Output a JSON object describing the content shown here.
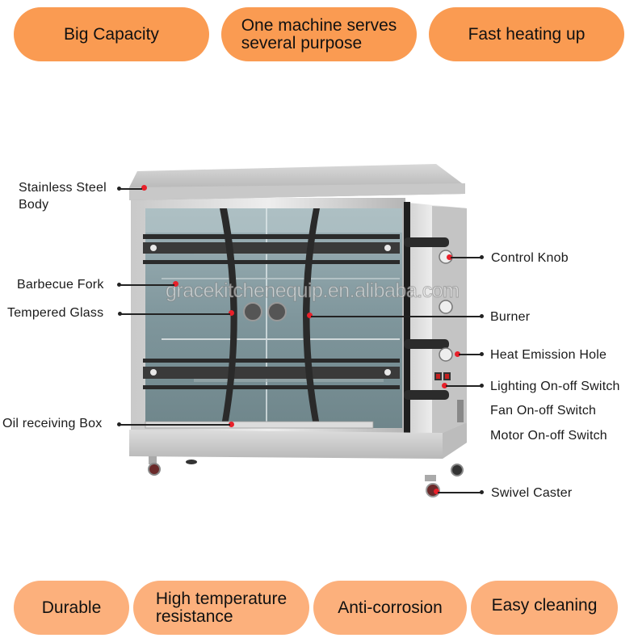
{
  "features_top": [
    {
      "label": "Big Capacity"
    },
    {
      "label_line1": "One machine serves",
      "label_line2": "several purpose"
    },
    {
      "label": "Fast heating up"
    }
  ],
  "features_bottom": [
    {
      "label": "Durable"
    },
    {
      "label_line1": "High temperature",
      "label_line2": "resistance"
    },
    {
      "label": "Anti-corrosion"
    },
    {
      "label": "Easy cleaning"
    }
  ],
  "callouts_left": {
    "stainless_line1": "Stainless Steel",
    "stainless_line2": "Body",
    "barbecue_fork": "Barbecue Fork",
    "tempered_glass": "Tempered Glass",
    "oil_box": "Oil receiving Box"
  },
  "callouts_right": {
    "control_knob": "Control Knob",
    "burner": "Burner",
    "heat_emission": "Heat Emission Hole",
    "lighting_switch": "Lighting On-off Switch",
    "fan_switch": "Fan On-off Switch",
    "motor_switch": "Motor On-off Switch",
    "swivel_caster": "Swivel Caster"
  },
  "watermark": "gracekitchenequip.en.alibaba.com",
  "colors": {
    "pill_top": "#fa9b52",
    "pill_bottom": "#fcb07c",
    "marker_red": "#e8202a"
  }
}
